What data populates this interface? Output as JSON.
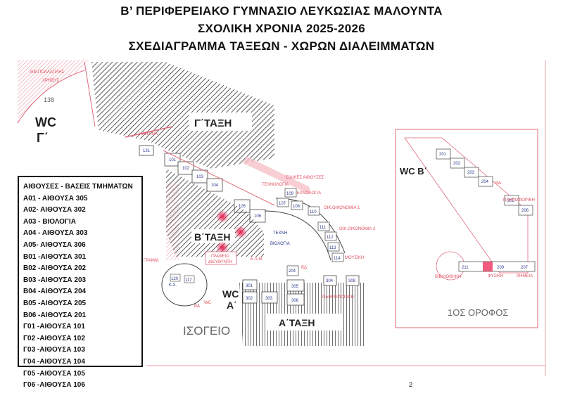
{
  "header": {
    "line1": "Β’ ΠΕΡΙΦΕΡΕΙΑΚΟ ΓΥΜΝΑΣΙΟ ΛΕΥΚΩΣΙΑΣ ΜΑΛΟΥΝΤΑ",
    "line2": "ΣΧΟΛΙΚΗ ΧΡΟΝΙΑ 2025-2026",
    "line3": "ΣΧΕΔΙΑΓΡΑΜΜΑ ΤΑΞΕΩΝ - ΧΩΡΩΝ ΔΙΑΛΕΙΜΜΑΤΩΝ"
  },
  "legend": {
    "items": [
      "ΑΙΘΟΥΣΕΣ - ΒΑΣΕΙΣ ΤΜΗΜΑΤΩΝ",
      "Α01 - ΑΙΘΟΥΣΑ 305",
      "Α02- ΑΙΘΟΥΣΑ 302",
      "Α03 - ΒΙΟΛΟΓΙΑ",
      "Α04 - ΑΙΘΟΥΣΑ 303",
      "Α05- ΑΙΘΟΥΣΑ 306",
      "Β01 -ΑΙΘΟΥΣΑ 301",
      "Β02 -ΑΙΘΟΥΣΑ 202",
      "Β03 -ΑΙΘΟΥΣΑ 203",
      "Β04 -ΑΙΘΟΥΣΑ 204",
      "Β05 -ΑΙΘΟΥΣΑ 205",
      "Β06 -ΑΙΘΟΥΣΑ 201",
      "Γ01 -ΑΙΘΟΥΣΑ 101",
      "Γ02 -ΑΙΘΟΥΣΑ 102",
      "Γ03 -ΑΙΘΟΥΣΑ 103",
      "Γ04 -ΑΙΘΟΥΣΑ 104",
      "Γ05 -ΑΙΘΟΥΣΑ 105",
      "Γ06 -ΑΙΘΟΥΣΑ 106"
    ]
  },
  "plan": {
    "zones": {
      "gamma": "Γ΄ΤΑΞΗ",
      "beta": "Β΄ΤΑΞΗ",
      "alpha": "Α΄ΤΑΞΗ"
    },
    "wc": {
      "wc_g_1": "WC",
      "wc_g_2": "Γ΄",
      "wc_a_1": "WC",
      "wc_a_2": "Α΄",
      "wc_b": "WC Β΄"
    },
    "labels": {
      "multipurpose_1": "ΑΙΘ.ΠΟΛΛΑΠΛΗΣ",
      "multipurpose_2": "ΧΡΗΣΗΣ",
      "room138": "138",
      "kantina": "ΚΑΝΤΙΝΑ",
      "special_rooms": "ΕΙΔΙΚΕΣ ΑΙΘΟΥΣΕΣ",
      "technology_1": "ΤΕΧΝΟΛΟΓΙΑ",
      "technology_2": "ΤΕΧΝΟΛΟΓΙΑ",
      "home_ec_1": "ΟΙΚ.ΟΙΚΟΝΟΜΙΑ 1",
      "home_ec_2": "ΟΙΚ.ΟΙΚΟΝΟΜΙΑ 2",
      "music": "ΜΟΥΣΙΚΗ",
      "art": "ΤΕΧΝΗ",
      "biology": "ΒΙΟΛΟΓΙΑ",
      "elm": "Ε.Λ.Μ",
      "principal_1": "ΓΡΑΦΕΙΟ",
      "principal_2": "ΔΙΕΥΘΥΝΤΗ",
      "secretary": "ΓΡΑΜΜ.",
      "ks": "Κ.Σ.",
      "informatics_ground": "ΠΛΗΡΟΦΟΡΙΚΗ",
      "informatics_first": "ΠΛΗΡΟΦΟΡΙΚΗ",
      "library": "ΒΙΒΛΙΟΘΗΚΗ",
      "physics": "ΦΥΣΙΚΗ",
      "chemistry": "ΧΗΜΕΙΑ",
      "ground_floor": "ΙΣΟΓΕΙΟ",
      "first_floor": "1ΟΣ ΟΡΟΦΟΣ",
      "bd1": "ΒΔ",
      "bd2": "ΒΔ",
      "bd3": "ΒΔ",
      "wc_small": "WC"
    },
    "rooms": {
      "r131": "131",
      "r101": "101",
      "r102": "102",
      "r103": "103",
      "r104": "104",
      "r105": "105",
      "r106": "106",
      "r107": "107",
      "r108": "108",
      "r109": "109",
      "r110": "110",
      "r111": "111",
      "r112": "112",
      "r113": "113",
      "r114": "114",
      "r117": "117",
      "r120": "120",
      "r201": "201",
      "r202": "202",
      "r203": "203",
      "r204": "204",
      "r205": "205",
      "r206": "206",
      "r207": "207",
      "r209": "209",
      "r211": "211",
      "r204b": "204",
      "r301": "301",
      "r302": "302",
      "r303": "303",
      "r304": "304",
      "r305": "305",
      "r306": "306",
      "r308": "308"
    }
  },
  "page_number": "2"
}
